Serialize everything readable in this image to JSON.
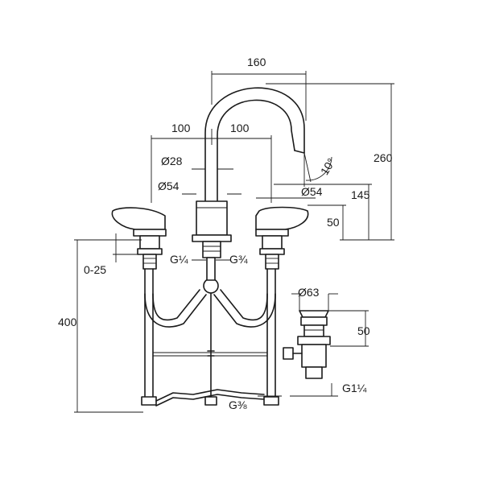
{
  "dimensions": {
    "spout_reach": "160",
    "spout_height": "260",
    "spacing_left": "100",
    "spacing_right": "100",
    "stem_diameter": "Ø28",
    "body_diameter_left": "Ø54",
    "body_diameter_right": "Ø54",
    "angle": "10°",
    "body_height": "145",
    "handle_height": "50",
    "adjust_range": "0-25",
    "total_depth": "400",
    "thread_left": "G¼",
    "thread_right": "G¾",
    "thread_bottom": "G⅜",
    "waste_diameter": "Ø63",
    "waste_height": "50",
    "waste_thread": "G1¼"
  }
}
